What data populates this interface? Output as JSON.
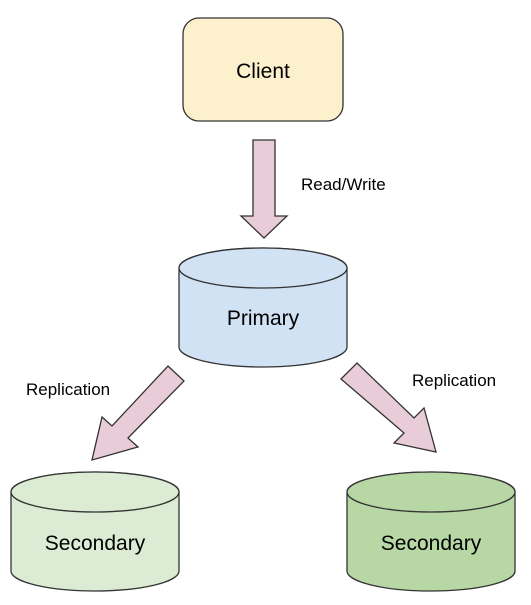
{
  "nodes": {
    "client": {
      "label": "Client",
      "color": "#fdf0cc"
    },
    "primary": {
      "label": "Primary",
      "color": "#d2e2f5"
    },
    "secondary_left": {
      "label": "Secondary",
      "color": "#dbebd4"
    },
    "secondary_right": {
      "label": "Secondary",
      "color": "#b7d7a5"
    }
  },
  "edges": {
    "client_to_primary": {
      "label": "Read/Write"
    },
    "primary_to_secondary_left": {
      "label": "Replication"
    },
    "primary_to_secondary_right": {
      "label": "Replication"
    }
  },
  "colors": {
    "arrow_fill": "#e8cdd8",
    "outline": "#333333"
  },
  "icons": {
    "database": "cylinder",
    "client": "rounded-rectangle",
    "arrow": "block-arrow"
  }
}
